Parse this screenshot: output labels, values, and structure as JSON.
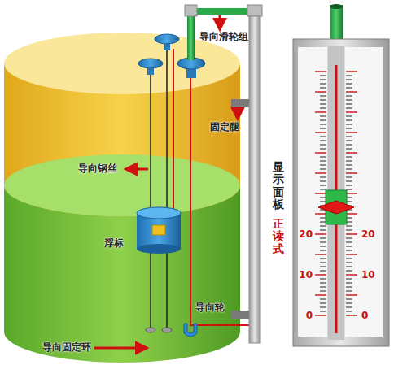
{
  "diagram": {
    "labels": [
      "导向滑轮组",
      "固定腿",
      "导向钢丝",
      "浮标",
      "导向轮",
      "导向固定环",
      "显示面板",
      "正读式",
      "20",
      "20",
      "10",
      "10",
      "0",
      "0"
    ]
  }
}
